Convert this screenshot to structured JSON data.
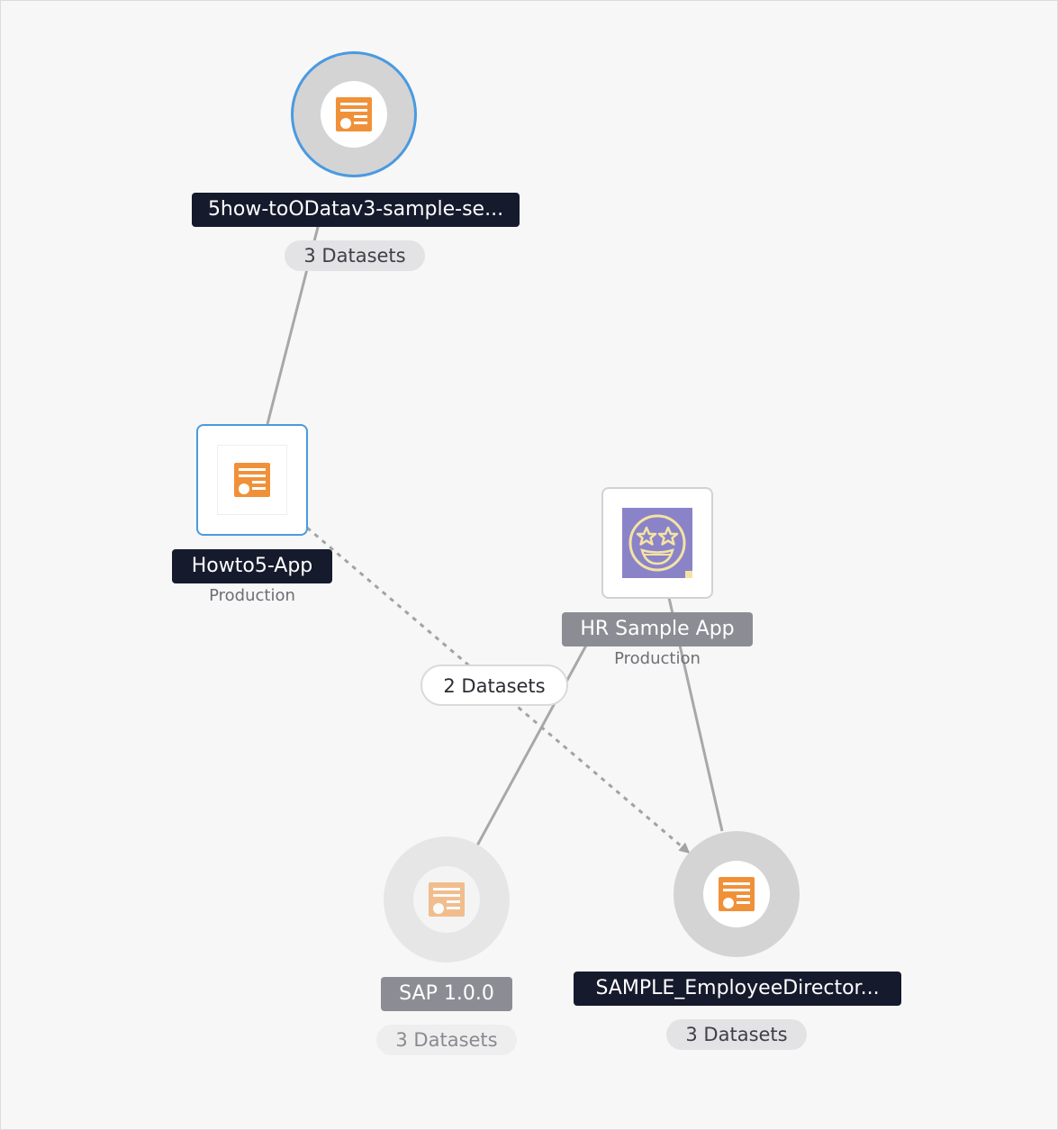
{
  "nodes": {
    "top_service": {
      "name": "5how-toODatav3-sample-se...",
      "datasets": "3 Datasets",
      "icon": "document-list-icon"
    },
    "howto_app": {
      "name": "Howto5-App",
      "environment": "Production",
      "icon": "document-list-icon"
    },
    "hr_app": {
      "name": "HR Sample App",
      "environment": "Production",
      "icon": "star-struck-face-icon"
    },
    "sap_service": {
      "name": "SAP 1.0.0",
      "datasets": "3 Datasets",
      "icon": "document-list-icon"
    },
    "employee_service": {
      "name": "SAMPLE_EmployeeDirector...",
      "datasets": "3 Datasets",
      "icon": "document-list-icon"
    }
  },
  "edges": {
    "howto_to_employee": {
      "label": "2 Datasets",
      "style": "dashed"
    }
  },
  "colors": {
    "accent": "#4a9ae0",
    "icon_orange": "#f0913a",
    "label_dark": "#151a2c",
    "label_grey": "#8c8d94",
    "avatar_bg": "#8b83c8"
  }
}
